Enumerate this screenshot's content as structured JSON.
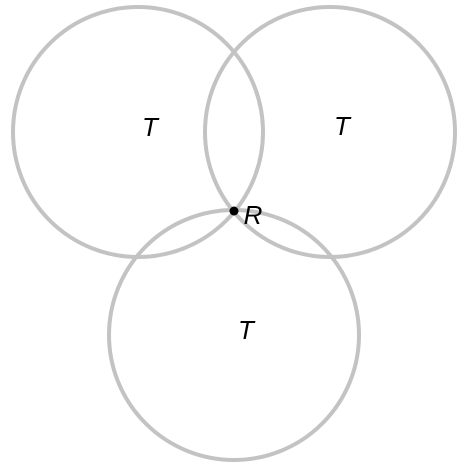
{
  "diagram": {
    "circles": [
      {
        "label": "T"
      },
      {
        "label": "T"
      },
      {
        "label": "T"
      }
    ],
    "point": {
      "label": "R"
    },
    "colors": {
      "circle_stroke": "#c3c3c3",
      "text": "#000000",
      "point": "#000000",
      "background": "#ffffff"
    }
  }
}
